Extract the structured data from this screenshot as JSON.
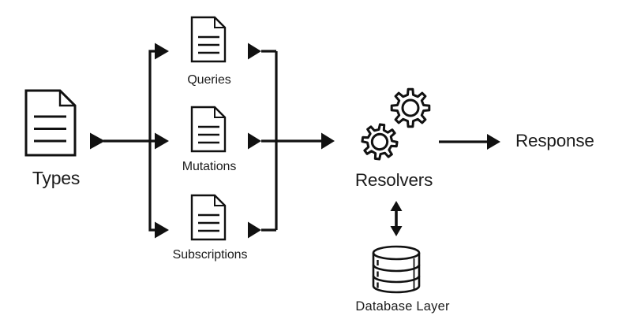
{
  "diagram": {
    "colors": {
      "stroke": "#111111",
      "text": "#1c1c1c",
      "bg": "#ffffff"
    },
    "nodes": {
      "types": {
        "label": "Types",
        "icon": "document-icon"
      },
      "queries": {
        "label": "Queries",
        "icon": "document-icon"
      },
      "mutations": {
        "label": "Mutations",
        "icon": "document-icon"
      },
      "subscriptions": {
        "label": "Subscriptions",
        "icon": "document-icon"
      },
      "resolvers": {
        "label": "Resolvers",
        "icon": "gears-icon"
      },
      "response": {
        "label": "Response",
        "icon": "none"
      },
      "database": {
        "label": "Database Layer",
        "icon": "database-icon"
      }
    },
    "edges": [
      {
        "from": "Types",
        "to": "Queries"
      },
      {
        "from": "Types",
        "to": "Mutations"
      },
      {
        "from": "Types",
        "to": "Subscriptions"
      },
      {
        "from": "Queries",
        "to": "Resolvers"
      },
      {
        "from": "Mutations",
        "to": "Resolvers"
      },
      {
        "from": "Subscriptions",
        "to": "Resolvers"
      },
      {
        "from": "Resolvers",
        "to": "Response"
      },
      {
        "from": "Resolvers",
        "to": "Database Layer",
        "bidirectional": true
      }
    ]
  }
}
